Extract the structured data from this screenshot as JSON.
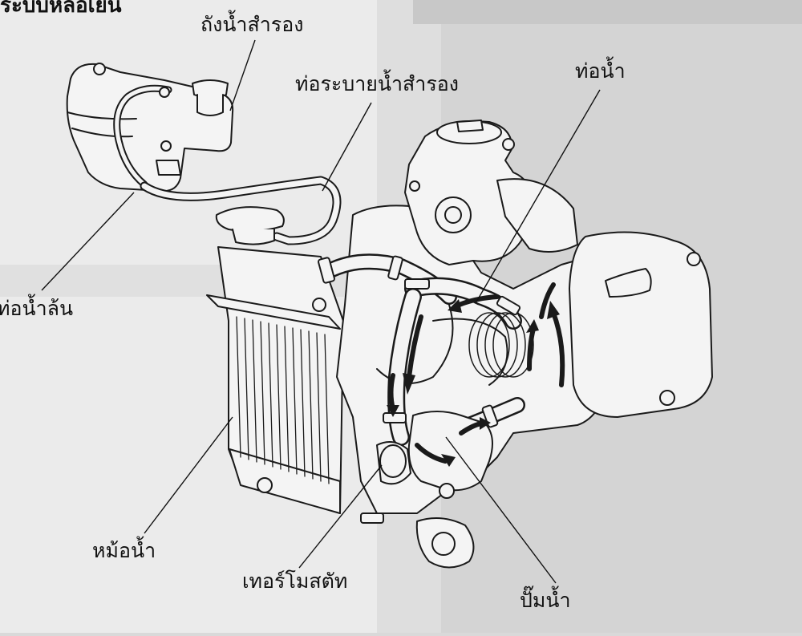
{
  "heading": "ระบบหล่อเย็น",
  "labels": {
    "reserve_tank": "ถังน้ำสำรอง",
    "reserve_drain_hose": "ท่อระบายน้ำสำรอง",
    "water_hose": "ท่อน้ำ",
    "overflow_hose": "ท่อน้ำล้น",
    "radiator": "หม้อน้ำ",
    "thermostat": "เทอร์โมสตัท",
    "water_pump": "ปั๊มน้ำ"
  },
  "colors": {
    "page_bg": "#d9d9d9",
    "left_panel_bg": "#ebebeb",
    "line_art": "#1a1a1a",
    "part_fill": "#f4f4f4"
  }
}
